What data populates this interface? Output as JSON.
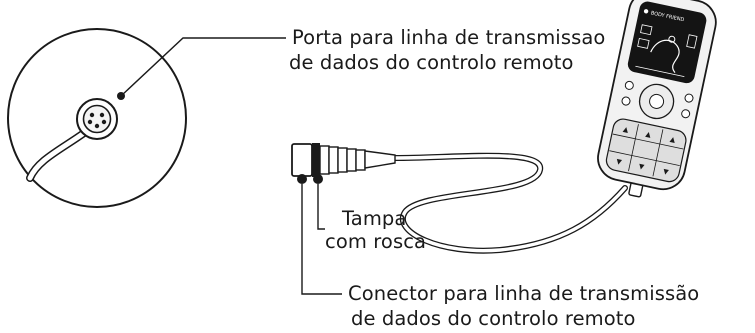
{
  "labels": {
    "port": {
      "line1": "Porta para linha de transmissao",
      "line2": "de dados do controlo remoto"
    },
    "cap": {
      "line1": "Tampa",
      "line2": "com rosca"
    },
    "connector": {
      "line1": "Conector para linha de transmissão",
      "line2": "de dados do controlo remoto"
    }
  },
  "remote_screen": {
    "brand": "BODY FRIEND"
  },
  "colors": {
    "stroke": "#1a1a1a",
    "screen": "#141414",
    "remote_body": "#f2f2f2",
    "panel": "#dedede",
    "cable": "#ffffff"
  }
}
